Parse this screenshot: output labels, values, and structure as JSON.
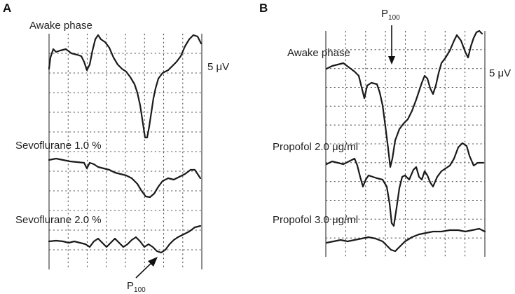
{
  "panels": [
    {
      "letter": "A",
      "scale_label": "5 μV",
      "traces": [
        {
          "label": "Awake phase"
        },
        {
          "label": "Sevoflurane 1.0 %"
        },
        {
          "label": "Sevoflurane 2.0 %"
        }
      ],
      "peak_label": "P",
      "peak_subscript": "100"
    },
    {
      "letter": "B",
      "scale_label": "5 μV",
      "traces": [
        {
          "label": "Awake phase"
        },
        {
          "label": "Propofol 2.0 μg/ml"
        },
        {
          "label": "Propofol 3.0 μg/ml"
        }
      ],
      "peak_label": "P",
      "peak_subscript": "100"
    }
  ],
  "colors": {
    "trace": "#1a1a1a",
    "grid": "#555555",
    "text": "#222222"
  }
}
